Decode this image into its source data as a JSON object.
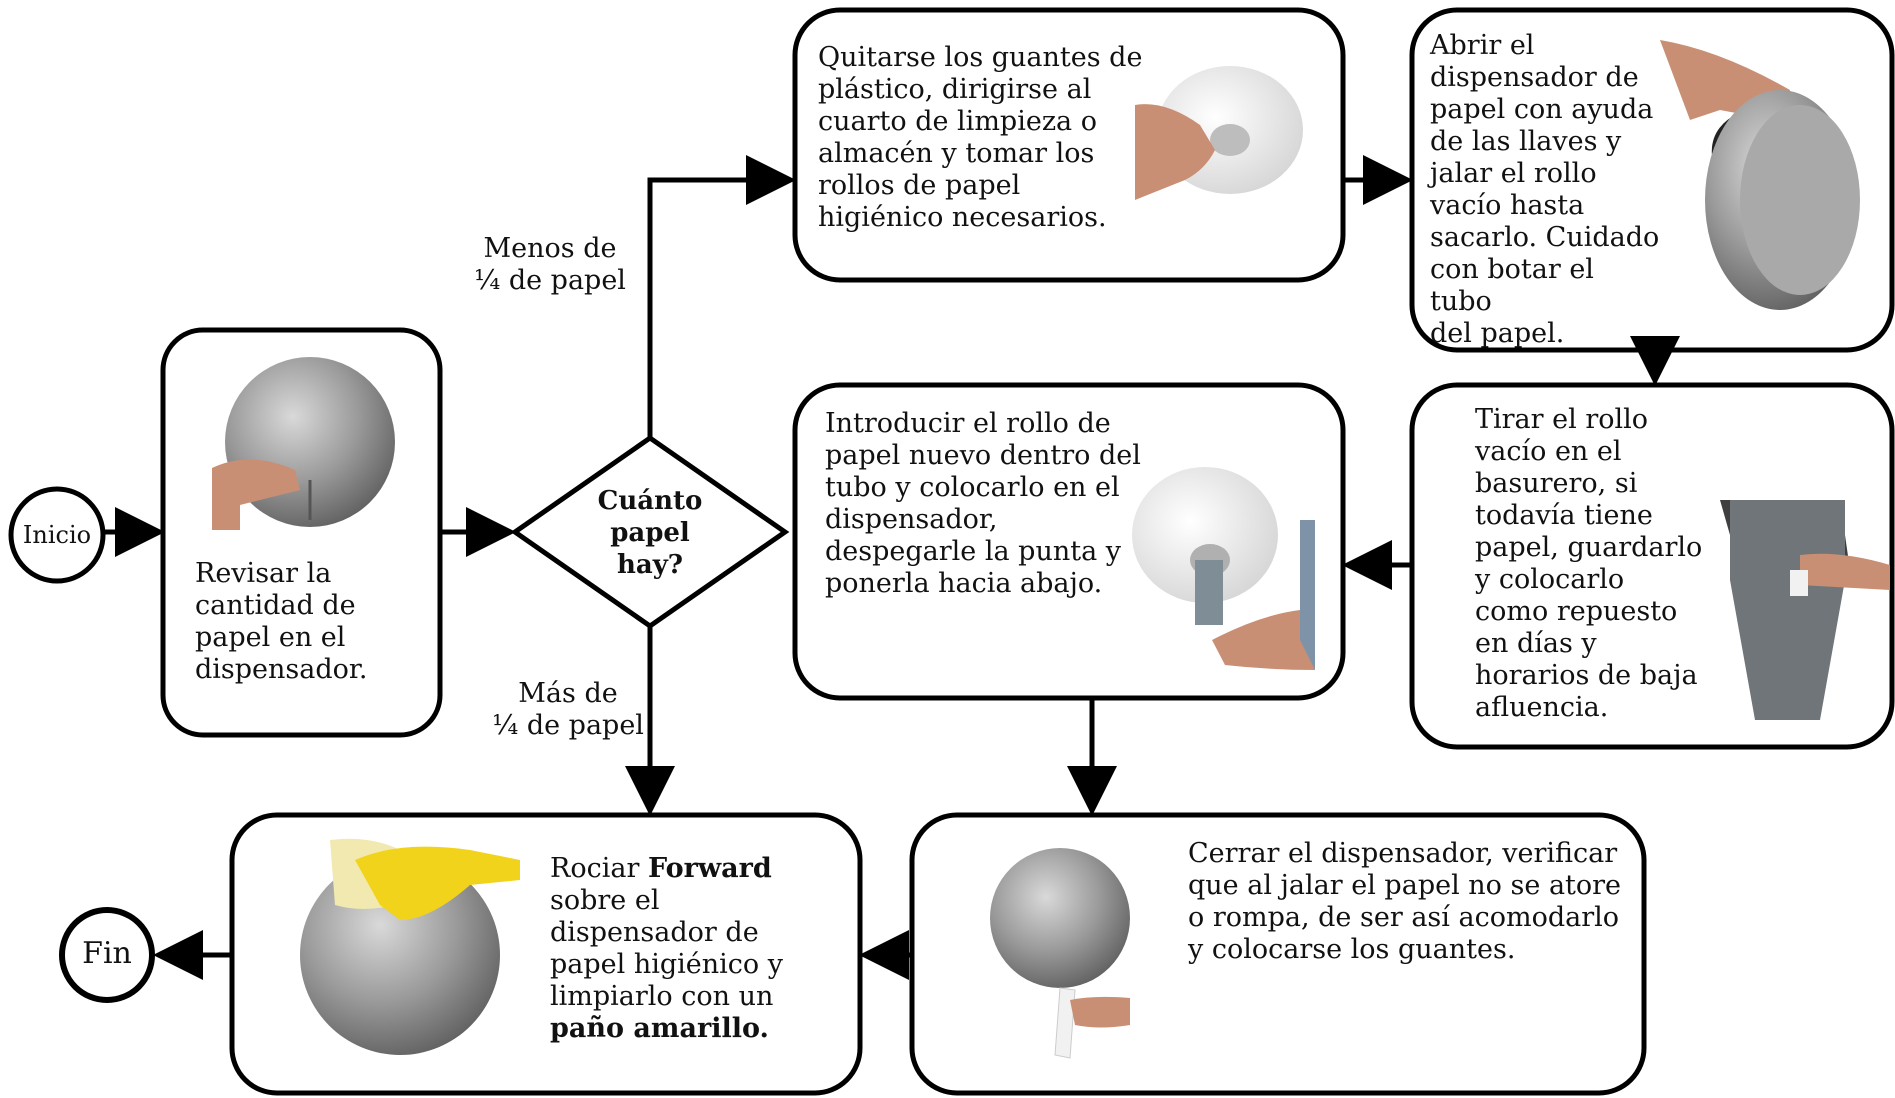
{
  "start_label": "Inicio",
  "end_label": "Fin",
  "decision": {
    "label": "Cuánto\npapel\nhay?"
  },
  "branch_less": "Menos de\n¼ de papel",
  "branch_more": "Más de\n¼ de papel",
  "steps": {
    "check": "Revisar la\ncantidad de\npapel en el\ndispensador.",
    "fetch": "Quitarse los guantes  de\nplástico, dirigirse  al\ncuarto de  limpieza o\nalmacén  y tomar los\nrollos  de papel\nhigiénico  necesarios.",
    "open": "Abrir el\ndispensador de\npapel con ayuda\nde las llaves y\njalar el rollo\nvacío hasta\nsacarlo. Cuidado\ncon botar el tubo\ndel papel.",
    "discard": "Tirar el rollo\nvacío en el\nbasurero, si\ntodavía tiene\npapel, guardarlo\ny  colocarlo\ncomo  repuesto\nen días  y\nhorarios de baja\nafluencia.",
    "insert": "Introducir el rollo  de\npapel nuevo dentro del\ntubo y colocarlo en el\ndispensador,\ndespegarle la  punta y\nponerla  hacia abajo.",
    "close": "Cerrar el dispensador,  verificar\nque al jalar el  papel no se atore\no rompa,  de ser así acomodarlo\ny  colocarse los guantes.",
    "spray": {
      "part1": "Rociar ",
      "bold1": "Forward",
      "part2": "\nsobre el\ndispensador de\npapel higiénico y\nlimpiarlo con un\n",
      "bold2": "paño amarillo."
    }
  },
  "colors": {
    "stroke": "#000000",
    "steel": "#8f8f8f",
    "paper": "#f1f1f1",
    "skin": "#c98f74",
    "glove": "#f2d31b",
    "cloth": "#f1e9b0",
    "bin": "#6f7578"
  },
  "icons": [
    "dispenser-photo",
    "paper-roll-photo",
    "open-dispenser-photo",
    "trash-bin-photo",
    "roll-insert-photo",
    "closed-dispenser-photo",
    "cleaning-photo"
  ]
}
